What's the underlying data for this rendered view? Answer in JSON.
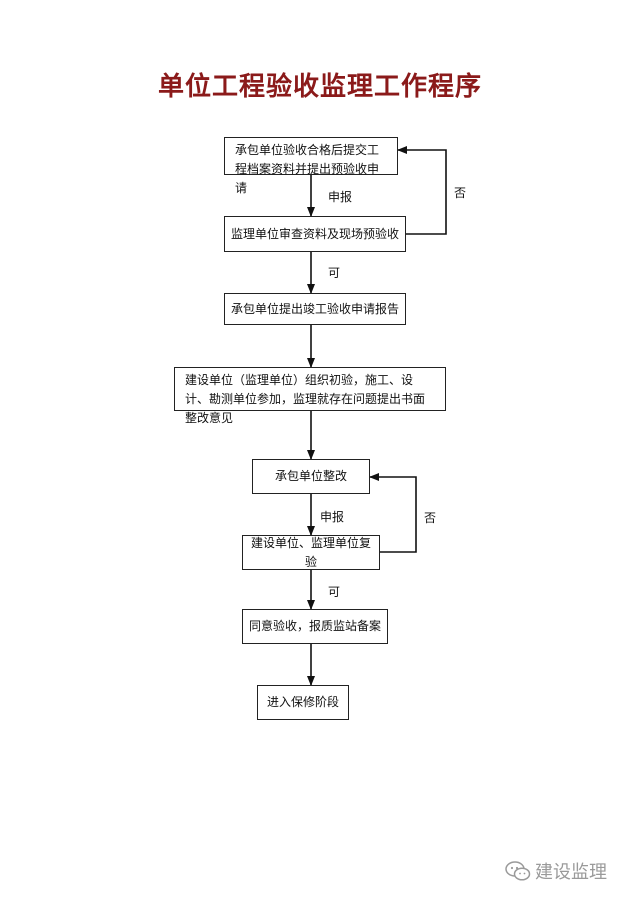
{
  "title": "单位工程验收监理工作程序",
  "steps": [
    {
      "text": "承包单位验收合格后提交工程档案资料并提出预验收申请"
    },
    {
      "text": "监理单位审查资料及现场预验收"
    },
    {
      "text": "承包单位提出竣工验收申请报告"
    },
    {
      "text": "建设单位（监理单位）组织初验，施工、设计、勘测单位参加，监理就存在问题提出书面整改意见"
    },
    {
      "text": "承包单位整改"
    },
    {
      "text": "建设单位、监理单位复验"
    },
    {
      "text": "同意验收，报质监站备案"
    },
    {
      "text": "进入保修阶段"
    }
  ],
  "edge_labels": {
    "apply_1": "申报",
    "pass_1": "可",
    "reject_1": "否",
    "apply_2": "申报",
    "pass_2": "可",
    "reject_2": "否"
  },
  "watermark": {
    "text": "建设监理",
    "icon": "wechat-icon"
  }
}
